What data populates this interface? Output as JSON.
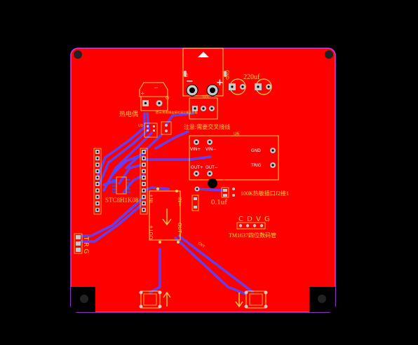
{
  "colors": {
    "background": "#000000",
    "board": "#ff0000",
    "outline": "#c040ff",
    "silkscreen": "#ffd23a",
    "trace_bottom": "#7a3cff",
    "pad": "#c8c8c8",
    "pad_text": "#ffffff"
  },
  "labels": {
    "power_minus": "−",
    "power_plus": "+",
    "jack_pin": "0",
    "gnd_small": "GND",
    "cap_220": "220uf",
    "thermocouple": "热电偶",
    "thermo_plus": "+",
    "thermo_minus": "−",
    "thermo_g": "G",
    "tc_note": "提示:热电偶连接时请注意正负极",
    "u5_tag": "U5",
    "u3_tag": "U3",
    "cross_wire_note": "注意:需要交叉接线",
    "u6_tag": "U6",
    "vin_plus": "VIN+",
    "vin_minus": "VIN−",
    "out_plus_top": "OUT+",
    "out_minus_top": "OUT−",
    "gnd": "GND",
    "trig": "TRIG",
    "mcu": "STC8H1K08",
    "in_plus": "IN+",
    "in_minus": "IN−",
    "out_plus": "OUT+",
    "out_minus": "OUT−",
    "cap_01": "0.1uf",
    "ntc": "100K热敏插口J2接1",
    "tm_pins": "C D V G",
    "tm_label": "TM1637四位数码管",
    "t_r_g": "T R G",
    "cnt_label": "CNT"
  }
}
